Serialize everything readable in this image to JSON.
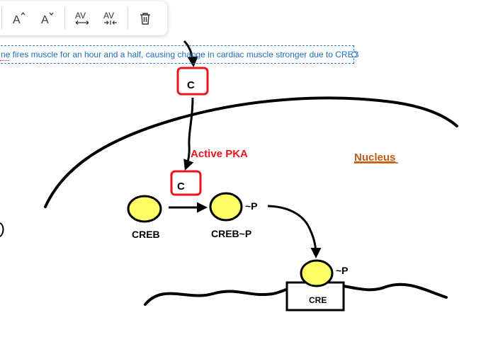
{
  "toolbar": {
    "font_increase_icon": "A",
    "font_decrease_icon": "A",
    "char_spacing_expand_icon": "AV",
    "char_spacing_condense_icon": "AV"
  },
  "textbox": {
    "text": "ne fires muscle for an hour and a half, causing change in cardiac muscle stronger due to CREB"
  },
  "diagram": {
    "c_top": "C",
    "active_pka": "Active PKA",
    "c_mid": "C",
    "nucleus": "Nucleus",
    "creb": "CREB",
    "p_mark1": "~P",
    "creb_p": "CREB~P",
    "p_mark2": "~P",
    "cre": "CRE"
  },
  "colors": {
    "accent_red": "#e8141b",
    "nucleus_orange": "#c55a11",
    "creb_fill": "#ffff66",
    "textbox_blue": "#1b6fbf"
  }
}
